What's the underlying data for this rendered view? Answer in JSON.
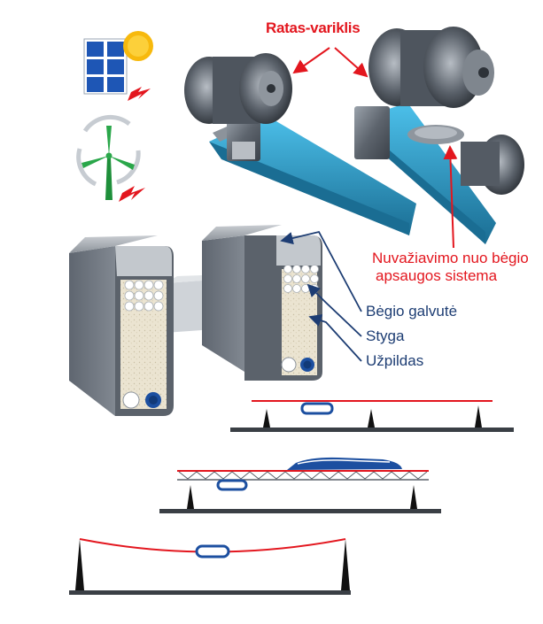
{
  "labels": {
    "wheel_motor": "Ratas-variklis",
    "derail_protection_line1": "Nuvažiavimo nuo bėgio",
    "derail_protection_line2": "apsaugos sistema",
    "rail_head": "Bėgio galvutė",
    "string": "Styga",
    "filler": "Užpildas"
  },
  "icons": {
    "solar": "solar-panel-icon",
    "sun": "sun-icon",
    "wind": "wind-turbine-icon",
    "recycle": "recycle-arrows-icon",
    "lightning": "lightning-icon"
  },
  "colors": {
    "accent_red": "#e3161e",
    "label_blue": "#1d3d73",
    "rail_blue": "#2a9fd0",
    "rail_dark": "#1a6d93",
    "metal_gray": "#6f7680",
    "concrete": "#e8e2d0",
    "pod_blue": "#1c4fa0"
  }
}
